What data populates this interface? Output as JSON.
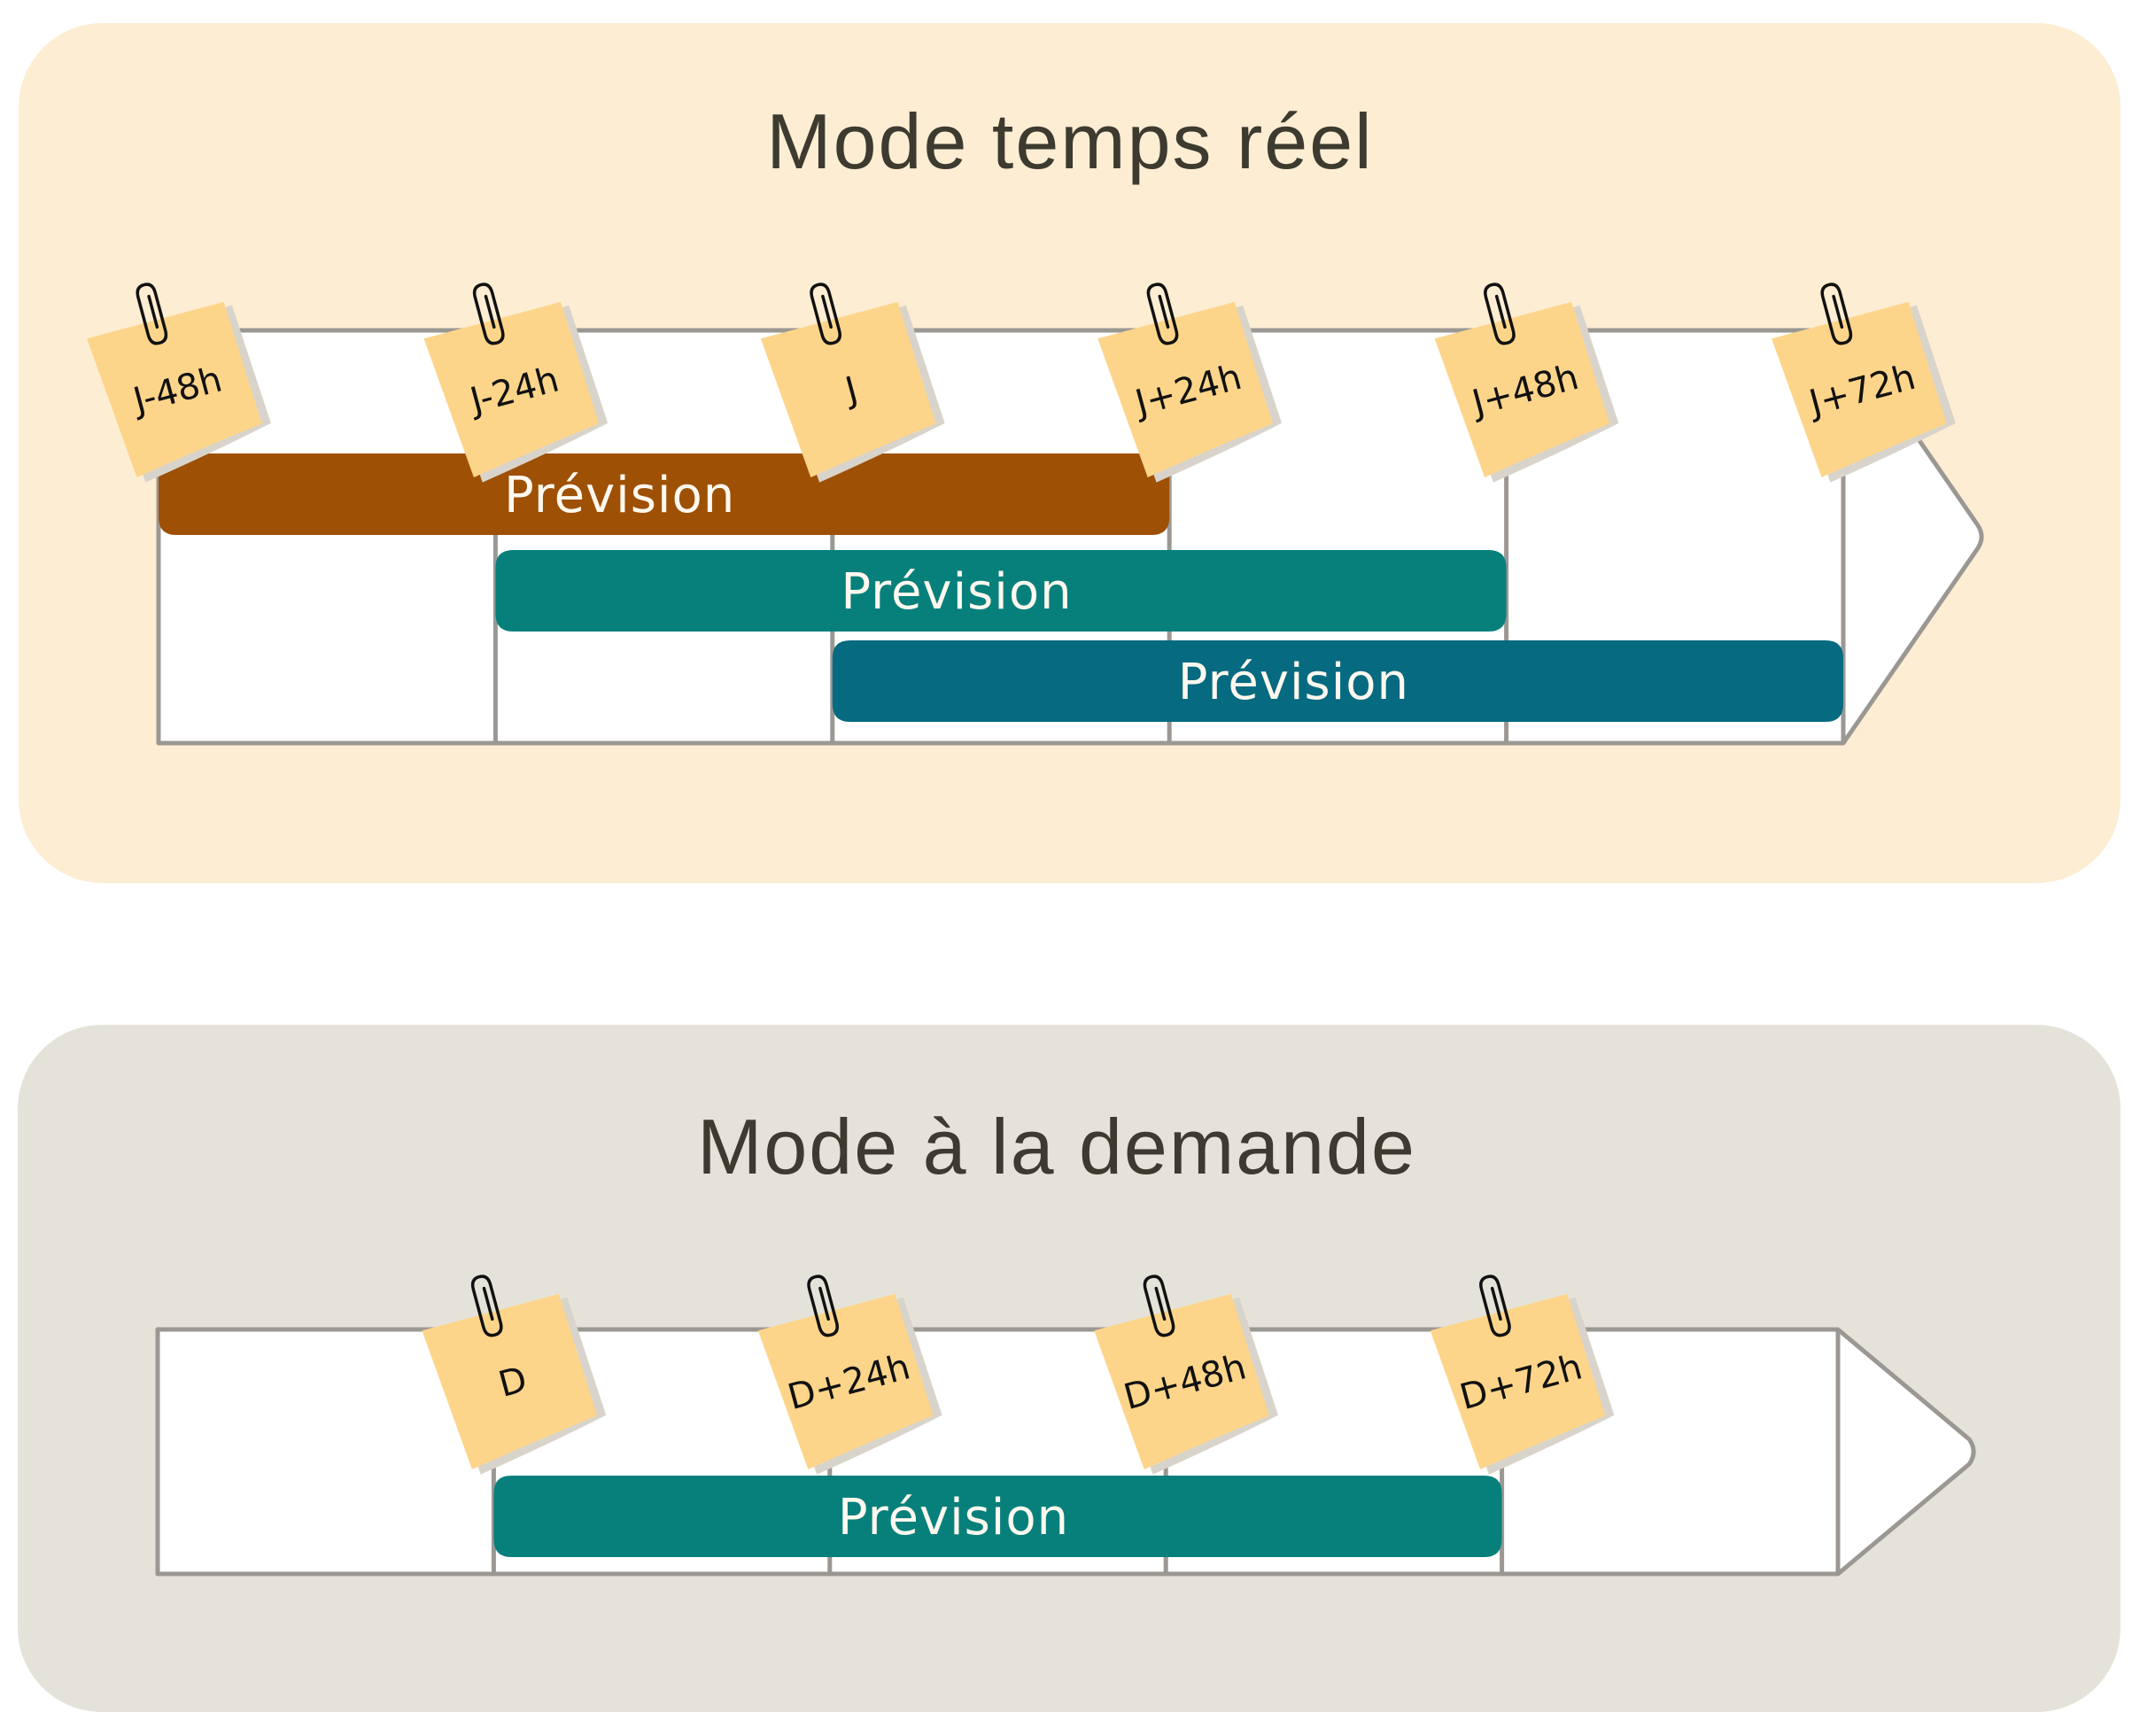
{
  "colors": {
    "realtime_panel_bg": "#FDEDD3",
    "ondemand_panel_bg": "#E5E3D9",
    "title_text": "#3D3A30",
    "sticky_note": "#FDD58A",
    "sticky_shadow": "#D8D4CB",
    "frame": "#9B9893",
    "bar_brown": "#9E5005",
    "bar_teal": "#07807C",
    "bar_petrol": "#066A80"
  },
  "panels": [
    {
      "id": "realtime",
      "title": "Mode temps réel",
      "ticks": [
        "J-48h",
        "J-24h",
        "J",
        "J+24h",
        "J+48h",
        "J+72h"
      ],
      "note_icon": "paperclip-icon",
      "bars": [
        {
          "label": "Prévision",
          "start_tick": 0,
          "end_tick": 3,
          "color": "#9E5005"
        },
        {
          "label": "Prévision",
          "start_tick": 1,
          "end_tick": 4,
          "color": "#07807C"
        },
        {
          "label": "Prévision",
          "start_tick": 2,
          "end_tick": 5,
          "color": "#066A80"
        }
      ]
    },
    {
      "id": "ondemand",
      "title": "Mode à la demande",
      "ticks": [
        "",
        "D",
        "D+24h",
        "D+48h",
        "D+72h",
        ""
      ],
      "note_icon": "paperclip-icon",
      "bars": [
        {
          "label": "Prévision",
          "start_tick": 1,
          "end_tick": 4,
          "color": "#07807C"
        }
      ]
    }
  ]
}
